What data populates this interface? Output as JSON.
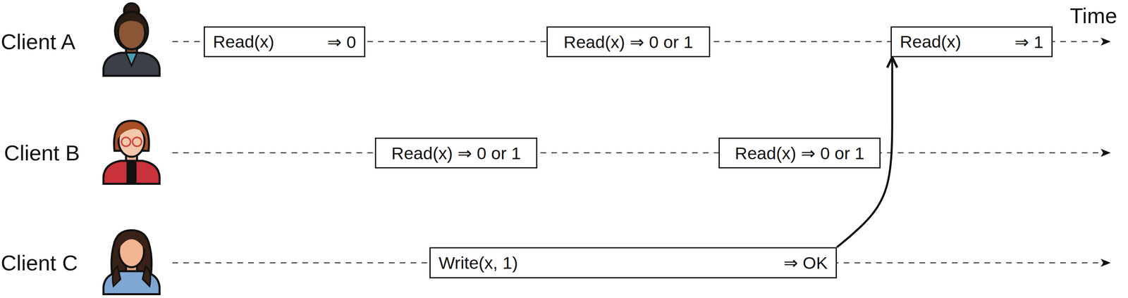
{
  "diagram": {
    "nodes": [
      {
        "text": [
          "Read(x)",
          "⇒ 0"
        ]
      },
      {
        "text": [
          "Read(x) ⇒ 0 or 1"
        ]
      },
      {
        "text": [
          "Read(x)",
          "⇒ 1"
        ]
      },
      {
        "text": [
          "Read(x) ⇒ 0 or 1"
        ]
      },
      {
        "text": [
          "Read(x) ⇒ 0 or 1"
        ]
      },
      {
        "text": [
          "Write(x, 1)",
          "⇒ OK"
        ]
      }
    ],
    "edges": [
      {
        "from": 5,
        "to": 2,
        "arrow": "to"
      }
    ],
    "labels": [
      "Time",
      "Client A",
      "Client B",
      "Client C"
    ]
  }
}
